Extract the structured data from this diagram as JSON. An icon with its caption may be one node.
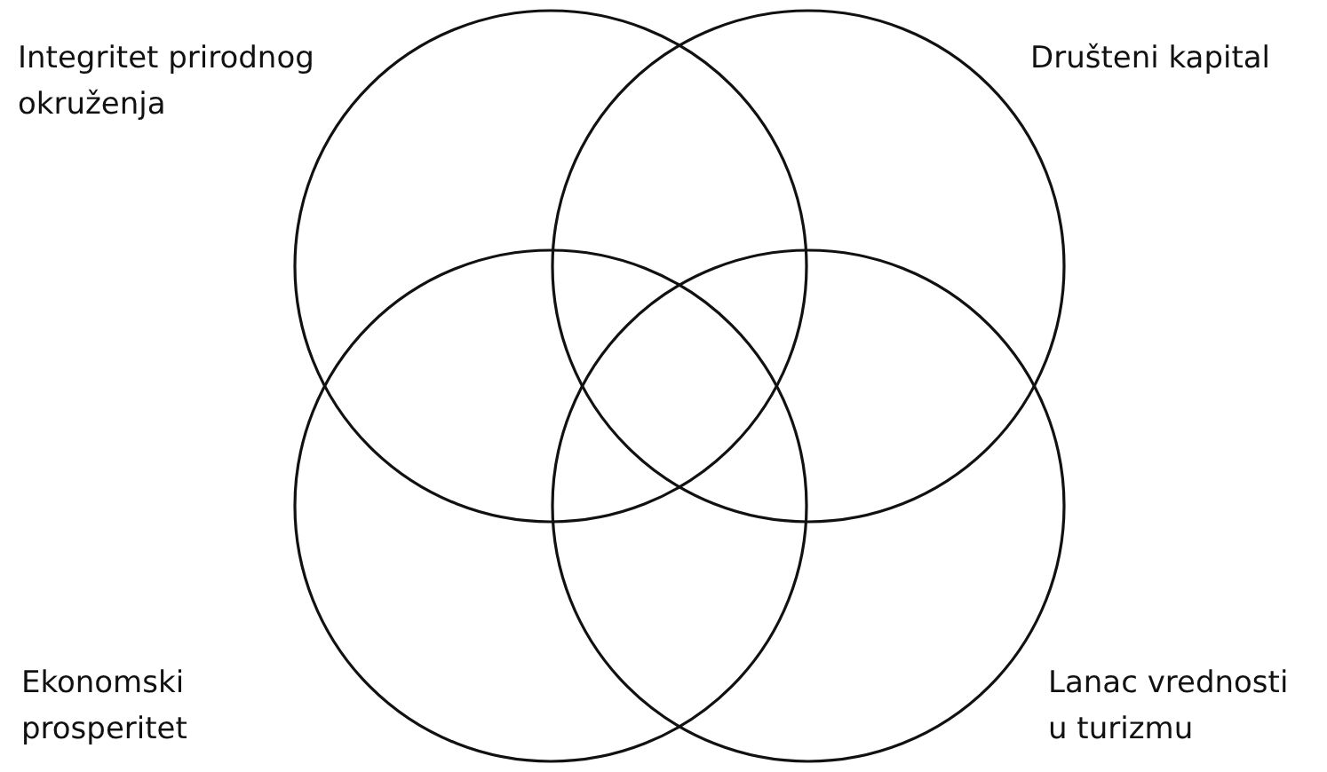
{
  "diagram": {
    "nodes": [
      {
        "text": [
          "Integritet prirodnog okruženja"
        ]
      },
      {
        "text": [
          "Društeni kapital"
        ]
      },
      {
        "text": [
          "Ekonomski prosperitet"
        ]
      },
      {
        "text": [
          "Lanac vrednosti u turizmu"
        ]
      }
    ]
  }
}
